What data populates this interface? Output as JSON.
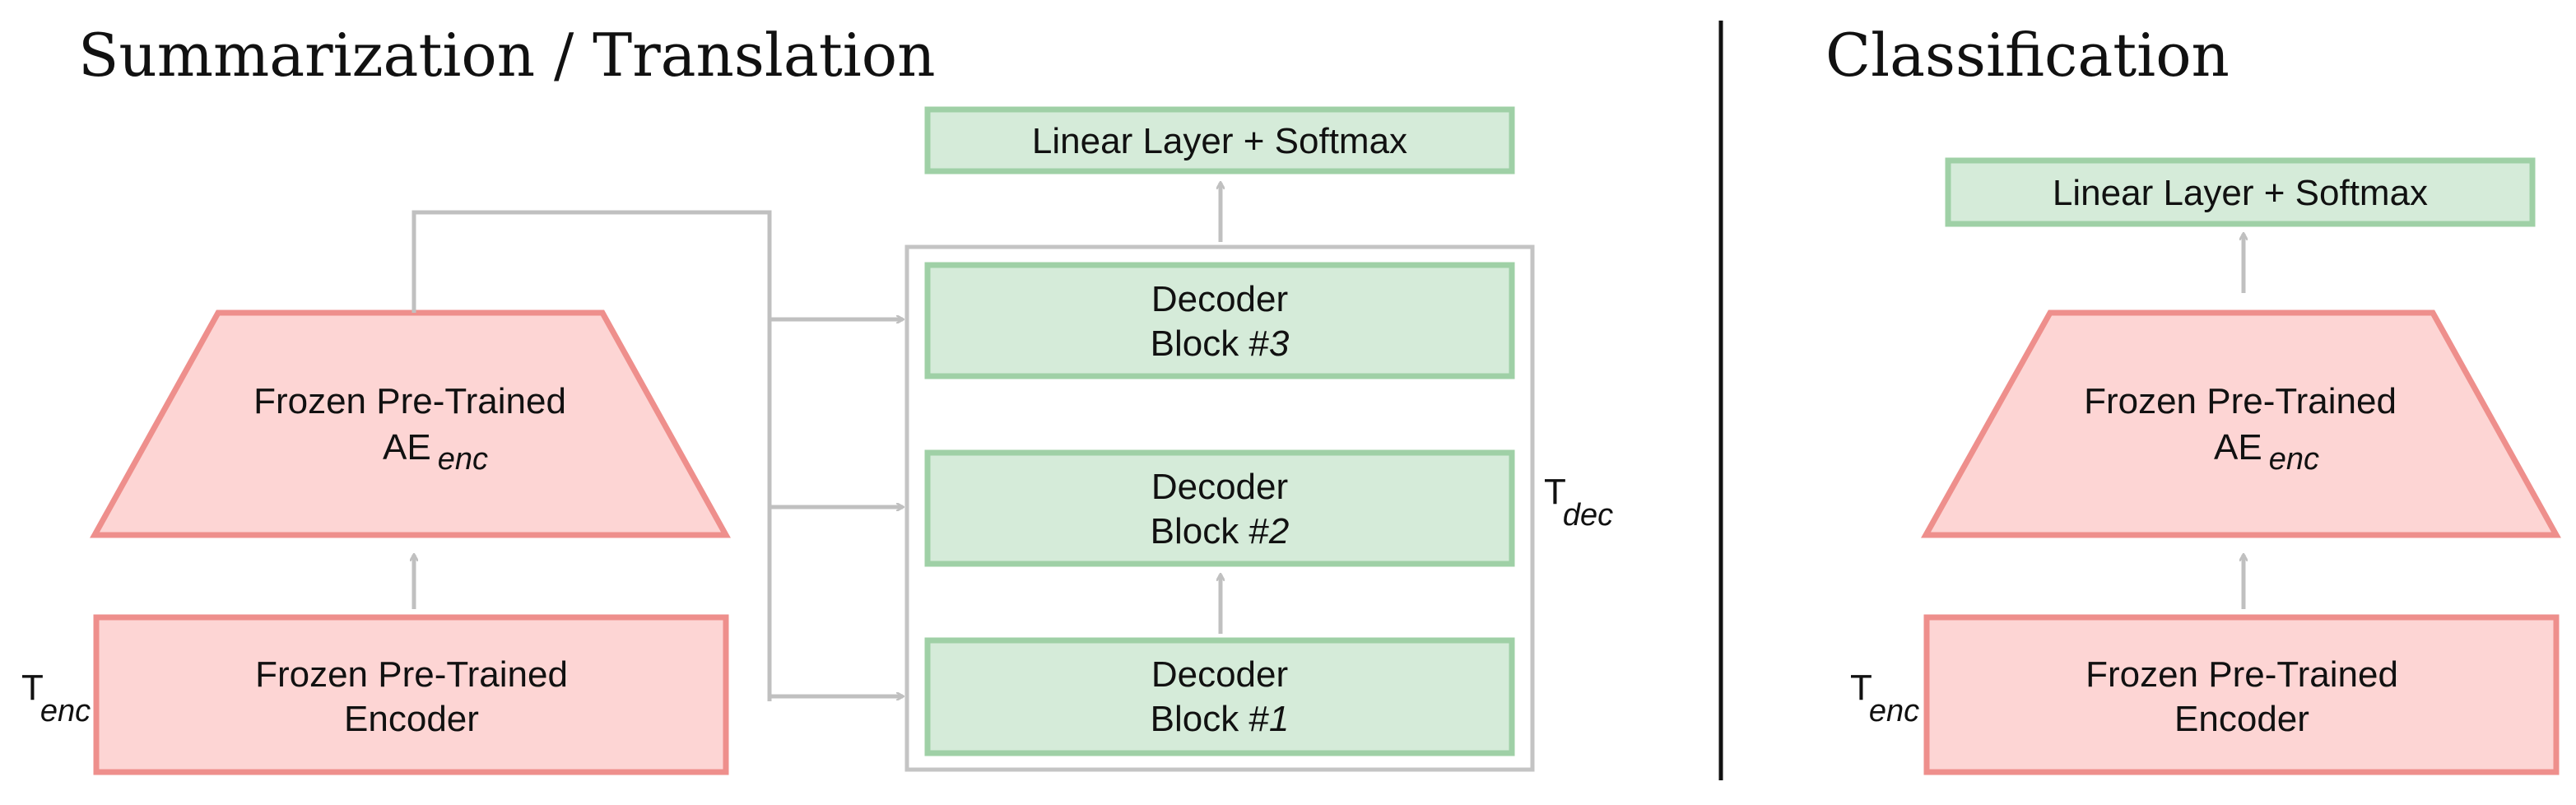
{
  "left_panel": {
    "title": "Summarization / Translation",
    "output_layer": "Linear Layer + Softmax",
    "decoder_blocks": [
      {
        "line1": "Decoder",
        "line2_prefix": "Block #",
        "number": "3"
      },
      {
        "line1": "Decoder",
        "line2_prefix": "Block #",
        "number": "2"
      },
      {
        "line1": "Decoder",
        "line2_prefix": "Block #",
        "number": "1"
      }
    ],
    "decoder_stack_label": {
      "main": "T",
      "sub": "dec"
    },
    "autoencoder": {
      "line1": "Frozen Pre-Trained",
      "line2_main": "AE",
      "line2_sub": "enc"
    },
    "encoder": {
      "line1": "Frozen Pre-Trained",
      "line2": "Encoder"
    },
    "encoder_stack_label": {
      "main": "T",
      "sub": "enc"
    }
  },
  "right_panel": {
    "title": "Classification",
    "output_layer": "Linear Layer + Softmax",
    "autoencoder": {
      "line1": "Frozen Pre-Trained",
      "line2_main": "AE",
      "line2_sub": "enc"
    },
    "encoder": {
      "line1": "Frozen Pre-Trained",
      "line2": "Encoder"
    },
    "encoder_stack_label": {
      "main": "T",
      "sub": "enc"
    }
  },
  "colors": {
    "decoder_fill": "#d5ebd9",
    "decoder_stroke": "#9fd0a6",
    "encoder_fill": "#fdd5d4",
    "encoder_stroke": "#ee8f8c",
    "connector": "#c0c0c0"
  }
}
